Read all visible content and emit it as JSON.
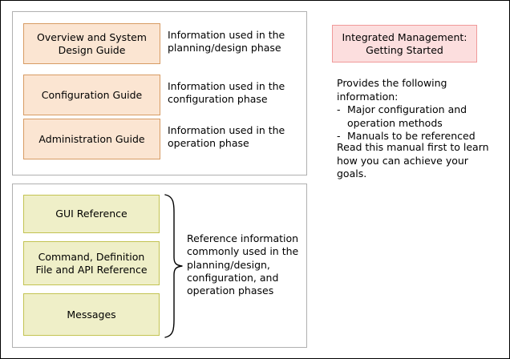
{
  "diagram": {
    "panels": {
      "guides": {
        "rows": [
          {
            "box_label": "Overview and System Design Guide",
            "description": "Information used in the planning/design phase"
          },
          {
            "box_label": "Configuration Guide",
            "description": "Information used in the configuration phase"
          },
          {
            "box_label": "Administration Guide",
            "description": "Information used in the operation phase"
          }
        ]
      },
      "references": {
        "boxes": [
          {
            "label": "GUI Reference"
          },
          {
            "label": "Command, Definition File and API Reference"
          },
          {
            "label": "Messages"
          }
        ],
        "brace_caption": "Reference information commonly used in the planning/design, configuration, and operation phases"
      }
    },
    "highlight": {
      "title": "Integrated Management: Getting Started",
      "intro": "Provides the following information:",
      "bullets": [
        "Major configuration and operation methods",
        "Manuals to be referenced"
      ],
      "bullet_marker": "-",
      "closing": "Read this manual first to learn how you can achieve your goals."
    },
    "colors": {
      "peach_fill": "#fbe5d2",
      "peach_border": "#d79b63",
      "yellow_fill": "#efefc8",
      "yellow_border": "#c3c352",
      "pink_fill": "#fcdede",
      "pink_border": "#f09a9a",
      "panel_border": "#b0b0b0",
      "frame_border": "#000000",
      "text": "#000000"
    }
  }
}
